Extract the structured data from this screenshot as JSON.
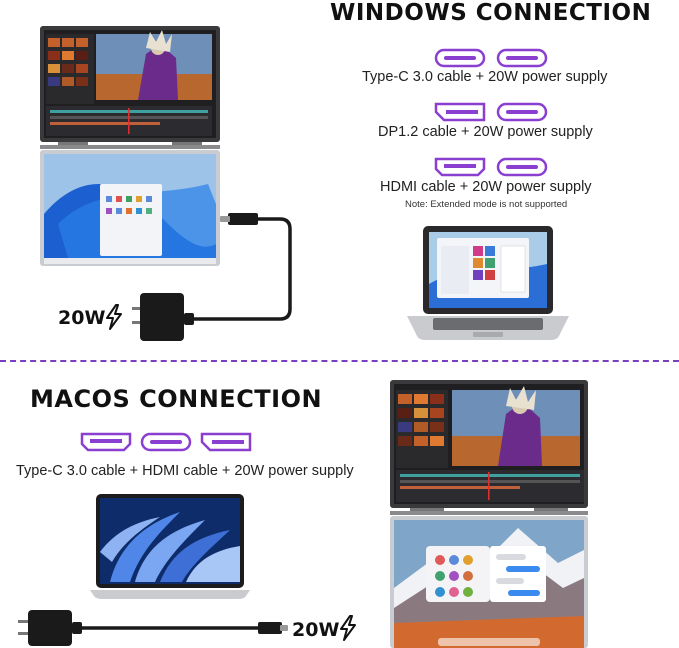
{
  "windows": {
    "title": "WINDOWS CONNECTION",
    "options": [
      {
        "caption": "Type-C 3.0 cable + 20W power supply",
        "ports": [
          "usb-c-port-icon",
          "usb-c-port-icon"
        ]
      },
      {
        "caption": "DP1.2 cable + 20W power supply",
        "ports": [
          "displayport-icon",
          "usb-c-port-icon"
        ]
      },
      {
        "caption": "HDMI cable + 20W power supply",
        "ports": [
          "hdmi-port-icon",
          "usb-c-port-icon"
        ]
      }
    ],
    "note": "Note: Extended mode is not supported",
    "power_label": "20W"
  },
  "macos": {
    "title": "MACOS CONNECTION",
    "ports": [
      "hdmi-port-icon",
      "usb-c-port-icon",
      "displayport-icon"
    ],
    "caption": "Type-C 3.0 cable + HDMI cable + 20W power supply",
    "power_label": "20W"
  },
  "colors": {
    "accent": "#7a3fc0",
    "port_stroke": "#8a3fd0",
    "dark": "#1a1a1a"
  }
}
